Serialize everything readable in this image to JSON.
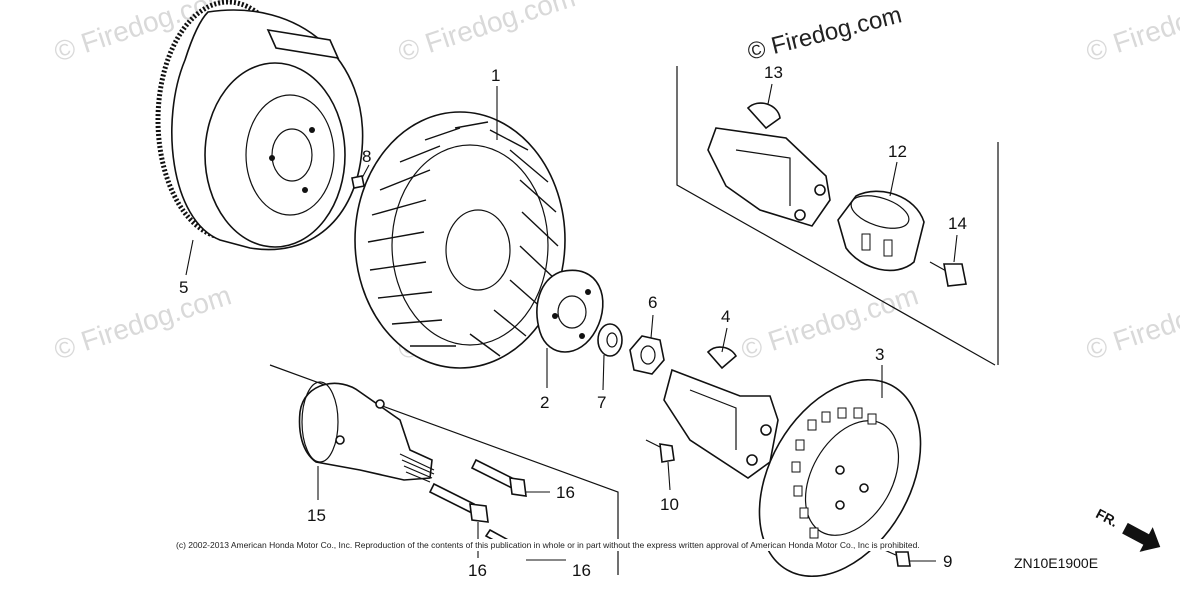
{
  "diagram": {
    "reference_code": "ZN10E1900E",
    "direction_marker": "FR.",
    "copyright_notice": "(c) 2002-2013 American Honda Motor Co., Inc. Reproduction of the contents of this publication in whole or in part without the express written approval of American Honda Motor Co., Inc is prohibited.",
    "watermark_text": "© Firedog.com",
    "part_labels": {
      "p1": "1",
      "p2": "2",
      "p3": "3",
      "p4": "4",
      "p5": "5",
      "p6": "6",
      "p7": "7",
      "p8": "8",
      "p9": "9",
      "p10": "10",
      "p12": "12",
      "p13": "13",
      "p14": "14",
      "p15": "15",
      "p16a": "16",
      "p16b": "16",
      "p16c": "16"
    }
  }
}
